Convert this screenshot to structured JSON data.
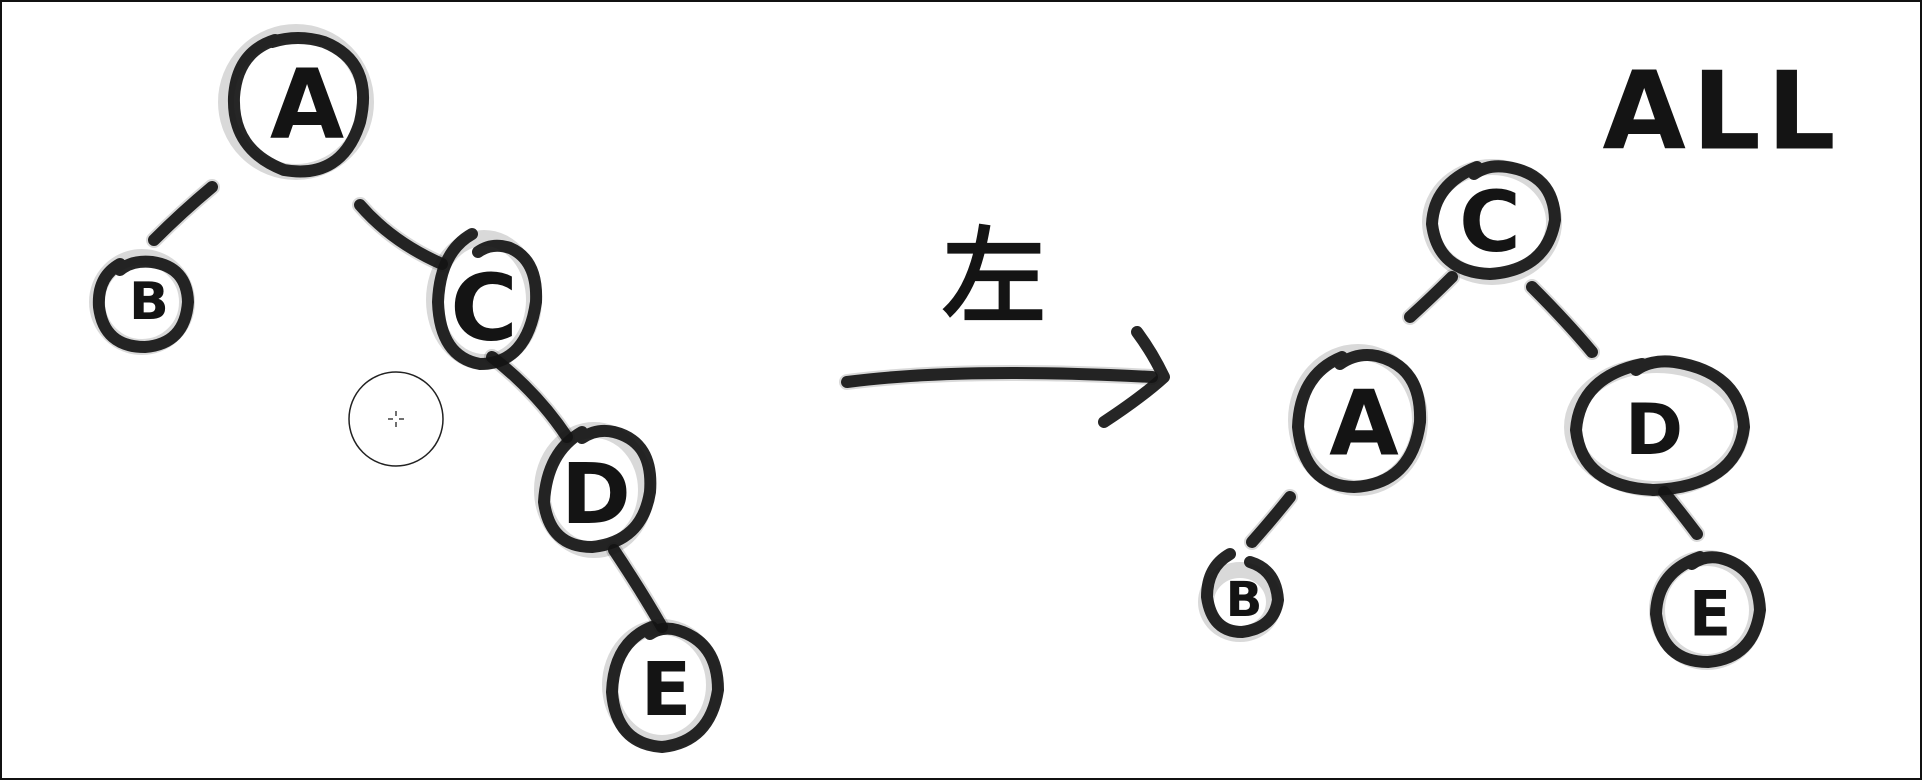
{
  "diagram": {
    "left_tree": {
      "root": "A",
      "nodes": [
        "A",
        "B",
        "C",
        "D",
        "E"
      ],
      "edges": [
        [
          "A",
          "B"
        ],
        [
          "A",
          "C"
        ],
        [
          "C",
          "D"
        ],
        [
          "D",
          "E"
        ]
      ]
    },
    "transform_label": "左",
    "right_tree": {
      "root": "C",
      "nodes": [
        "C",
        "A",
        "D",
        "B",
        "E"
      ],
      "edges": [
        [
          "C",
          "A"
        ],
        [
          "C",
          "D"
        ],
        [
          "A",
          "B"
        ],
        [
          "D",
          "E"
        ]
      ]
    },
    "rotation_label": "ALL"
  },
  "cursor": {
    "icon": "brush-cursor-icon"
  }
}
